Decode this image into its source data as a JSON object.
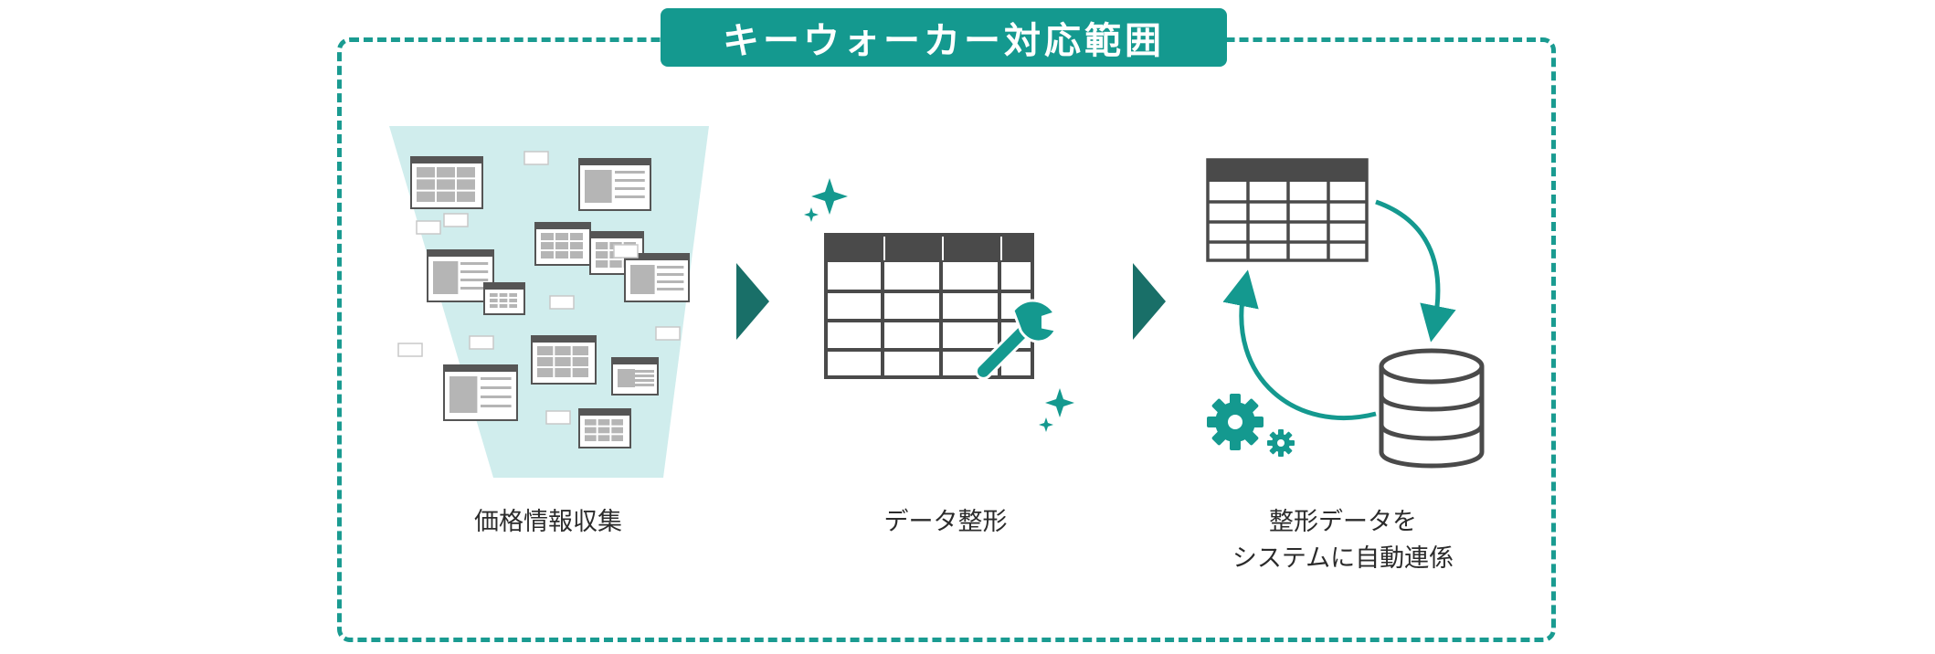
{
  "title": "キーウォーカー対応範囲",
  "colors": {
    "accent": "#14998f",
    "dark_teal": "#196f68",
    "grid": "#4a4a4a",
    "funnel": "#d0eded"
  },
  "steps": [
    {
      "caption": "価格情報収集",
      "icon": "web-pages-funnel-icon"
    },
    {
      "caption": "データ整形",
      "icon": "table-wrench-icon"
    },
    {
      "caption_line1": "整形データを",
      "caption_line2": "システムに自動連係",
      "icon": "table-database-cycle-icon"
    }
  ]
}
